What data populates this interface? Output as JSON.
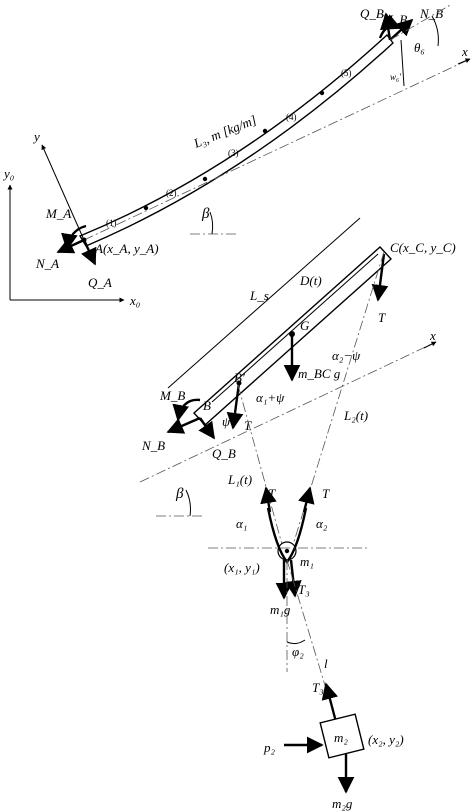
{
  "labels": {
    "y0": "y₀",
    "x0": "x₀",
    "y": "y",
    "x_top": "x",
    "x_mid": "x",
    "MA": "M_A",
    "NA": "N_A",
    "QA": "Q_A",
    "A_coord": "A(x_A, y_A)",
    "QB_top": "Q_B",
    "MB_top": "M_B",
    "NB_top": "N_B",
    "theta6": "θ₆",
    "w6": "w₆′",
    "beam_label": "L₃, m [kg/m]",
    "beta_top": "β",
    "n1": "(1)",
    "n2": "(2)",
    "n3": "(3)",
    "n4": "(4)",
    "n5": "(5)",
    "Ls": "L_s",
    "Dt": "D(t)",
    "C_coord": "C(x_C, y_C)",
    "G": "G",
    "mBCg": "m_BC g",
    "alpha2_minus_psi": "α₂−ψ",
    "Bp": "B′",
    "B": "B",
    "MB_mid": "M_B",
    "NB_mid": "N_B",
    "QB_mid": "Q_B",
    "alpha1_plus_psi": "α₁+ψ",
    "psi": "ψ",
    "T": "T",
    "L2t": "L₂(t)",
    "L1t": "L₁(t)",
    "beta_mid": "β",
    "alpha1": "α₁",
    "alpha2": "α₂",
    "m1": "m₁",
    "x1y1": "(x₁, y₁)",
    "T3": "T₃",
    "m1g": "m₁g",
    "phi2": "φ₂",
    "l": "l",
    "m2": "m₂",
    "x2y2": "(x₂, y₂)",
    "p2": "p₂",
    "m2g": "m₂g"
  }
}
